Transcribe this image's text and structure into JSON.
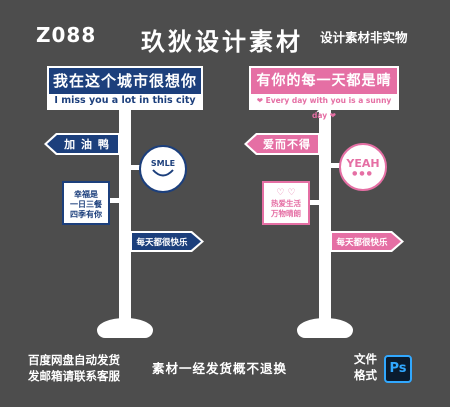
{
  "header": {
    "code": "Z088",
    "title": "玖狄设计素材",
    "subtitle": "设计素材非实物"
  },
  "left_sign": {
    "board_title": "我在这个城市很想你",
    "board_subtitle": "I miss you a lot in this city",
    "arrow_left": "加 油 鸭",
    "circle_text": "SMLE",
    "card_text_1": "幸福是",
    "card_text_2": "一日三餐",
    "card_text_3": "四季有你",
    "arrow_right": "每天都很快乐",
    "accent": "#1c3f7c"
  },
  "right_sign": {
    "board_title": "有你的每一天都是晴天",
    "board_subtitle": "❤ Every day with you is a sunny day ❤",
    "arrow_left": "爱而不得",
    "circle_text": "YEAH",
    "card_text_1": "热爱生活",
    "card_text_2": "万物晴朗",
    "arrow_right": "每天都很快乐",
    "accent": "#e56fa4"
  },
  "footer": {
    "left_line1": "百度网盘自动发货",
    "left_line2": "发邮箱请联系客服",
    "middle": "素材一经发货概不退换",
    "right_line1": "文件",
    "right_line2": "格式",
    "ps_label": "Ps"
  }
}
